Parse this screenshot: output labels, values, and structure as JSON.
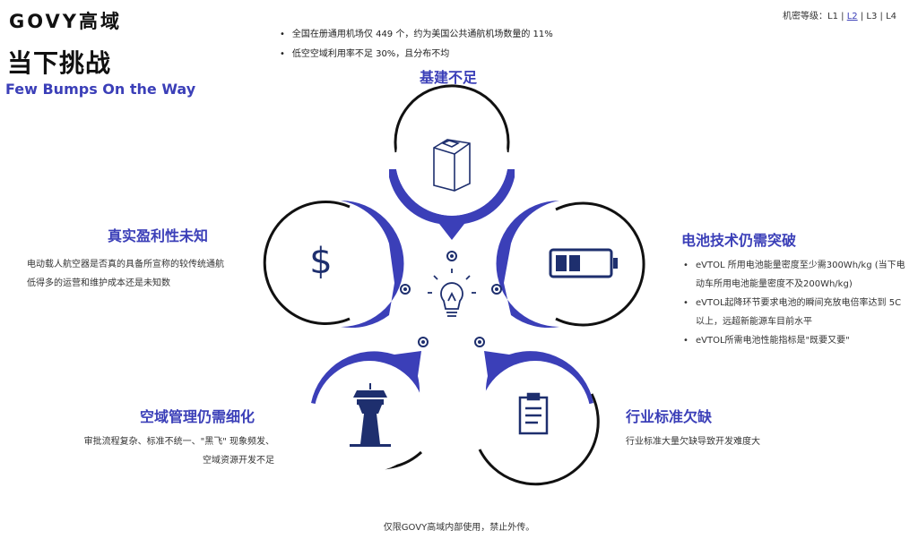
{
  "header": {
    "logo": "GOVY高域",
    "confidentiality": {
      "label": "机密等级：",
      "levels": [
        "L1",
        "L2",
        "L3",
        "L4"
      ],
      "separator": " | ",
      "current": "L2"
    }
  },
  "page": {
    "title": "当下挑战",
    "subtitle": "Few Bumps On the Way"
  },
  "challenges": {
    "infrastructure": {
      "heading": "基建不足",
      "icon": "building-icon",
      "bullets": [
        "全国在册通用机场仅 449 个，约为美国公共通航机场数量的 11%",
        "低空空域利用率不足 30%，且分布不均"
      ]
    },
    "battery": {
      "heading": "电池技术仍需突破",
      "icon": "battery-icon",
      "bullets": [
        "eVTOL 所用电池能量密度至少需300Wh/kg (当下电动车所用电池能量密度不及200Wh/kg)",
        "eVTOL起降环节要求电池的瞬间充放电倍率达到 5C 以上，远超新能源车目前水平",
        "eVTOL所需电池性能指标是\"既要又要\""
      ]
    },
    "profitability": {
      "heading": "真实盈利性未知",
      "icon": "dollar-icon",
      "text": "电动载人航空器是否真的具备所宣称的较传统通航低得多的运营和维护成本还是未知数"
    },
    "airspace": {
      "heading": "空域管理仍需细化",
      "icon": "control-tower-icon",
      "text": "审批流程复杂、标准不统一、\"黑飞\" 现象频发、空域资源开发不足"
    },
    "standards": {
      "heading": "行业标准欠缺",
      "icon": "document-icon",
      "text": "行业标准大量欠缺导致开发难度大"
    }
  },
  "center": {
    "icon": "lightbulb-icon"
  },
  "footer": {
    "text": "仅限GOVY高域内部使用，禁止外传。"
  },
  "colors": {
    "accent": "#3b3fb8",
    "dark": "#111111",
    "icon": "#1e2f6e"
  }
}
